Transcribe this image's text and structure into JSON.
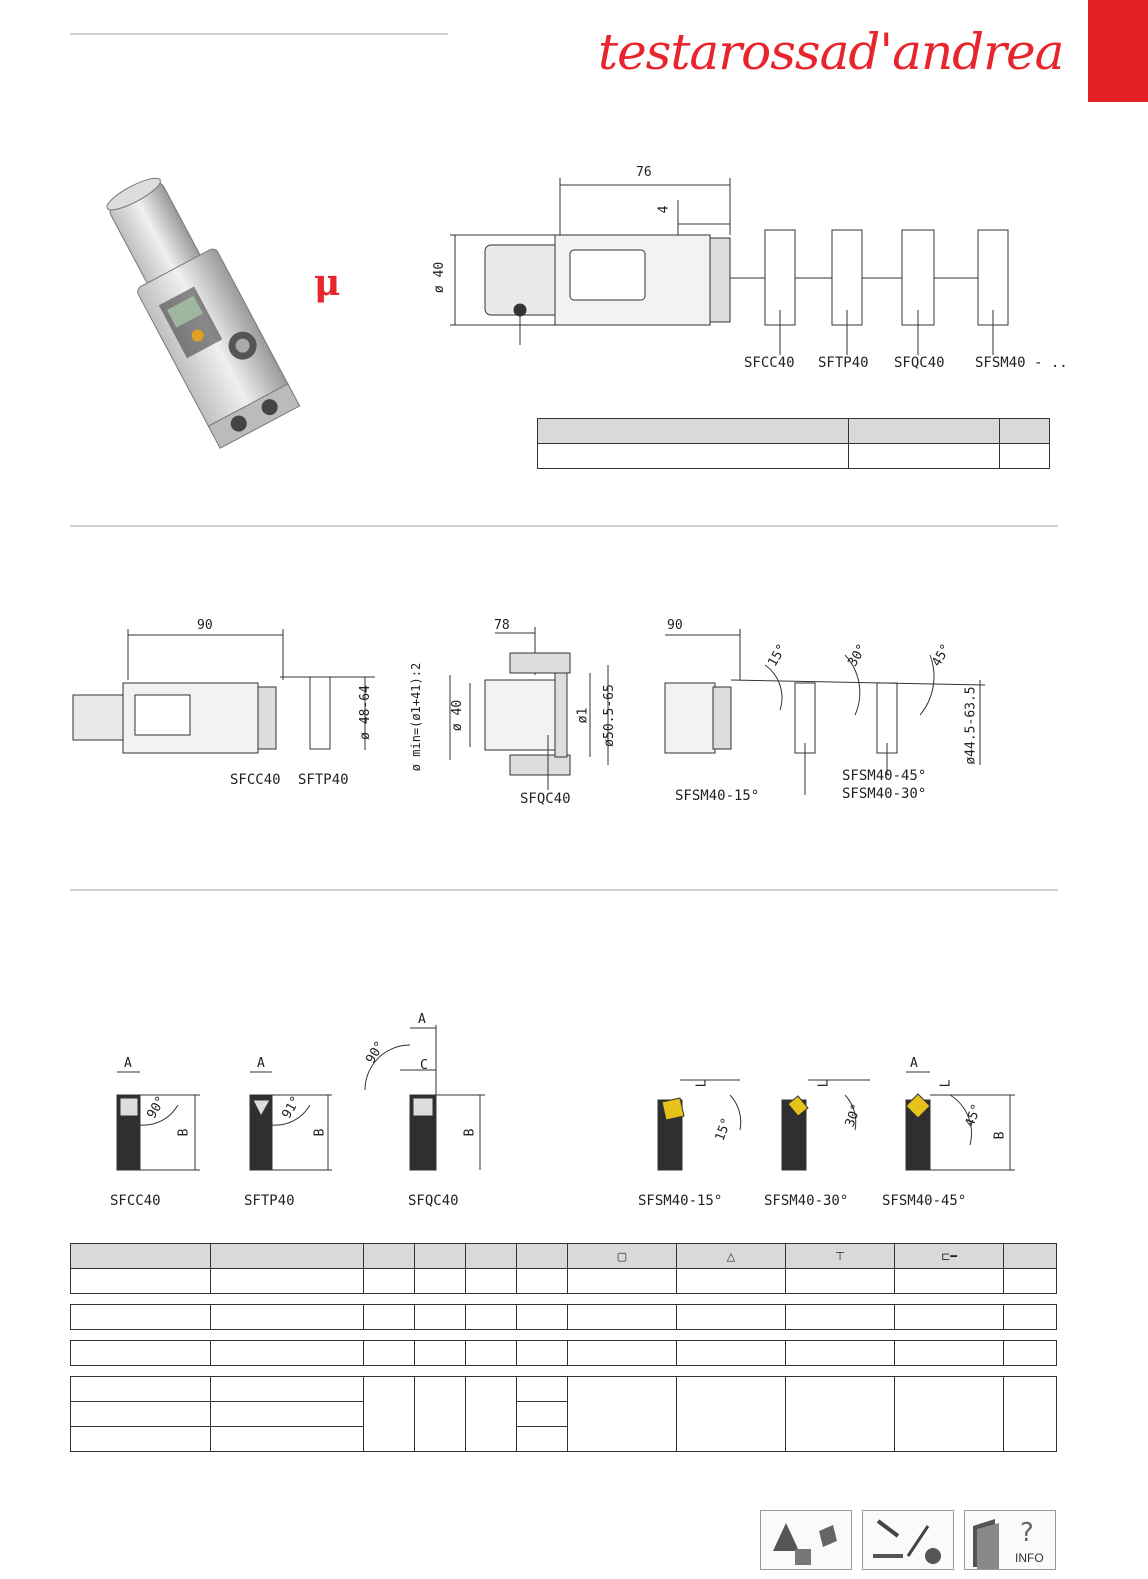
{
  "brand": {
    "logo_text": "testarossad'andrea",
    "accent_color": "#e42024",
    "symbol": "μ"
  },
  "top_drawing": {
    "dim_length": "76",
    "dim_offset": "4",
    "dim_diameter": "ø 40",
    "tool_labels": [
      "SFCC40",
      "SFTP40",
      "SFQC40",
      "SFSM40 - .."
    ]
  },
  "middle_drawings": {
    "left": {
      "dim_length": "90",
      "dim_range": "ø 48-64",
      "labels": [
        "SFCC40",
        "SFTP40"
      ]
    },
    "center": {
      "dim_length": "78",
      "dim_min": "ø min=(ø1+41):2",
      "dim_diameter": "ø 40",
      "dim_d1": "ø1",
      "dim_range": "ø50.5-65",
      "label": "SFQC40"
    },
    "right": {
      "dim_length": "90",
      "angles": [
        "15°",
        "30°",
        "45°"
      ],
      "dim_range": "ø44.5-63.5",
      "labels": [
        "SFSM40-45°",
        "SFSM40-30°",
        "SFSM40-15°"
      ]
    }
  },
  "bottom_drawings": {
    "tools": [
      {
        "name": "SFCC40",
        "a": "A",
        "angle": "90°",
        "b": "B"
      },
      {
        "name": "SFTP40",
        "a": "A",
        "angle": "91°",
        "b": "B"
      },
      {
        "name": "SFQC40",
        "a": "A",
        "angle": "90°",
        "c": "C",
        "b": "B"
      },
      {
        "name": "SFSM40-15°",
        "l": "L",
        "angle": "15°"
      },
      {
        "name": "SFSM40-30°",
        "l": "L",
        "angle": "30°"
      },
      {
        "name": "SFSM40-45°",
        "a": "A",
        "l": "L",
        "angle": "45°",
        "b": "B"
      }
    ]
  },
  "icons": [
    "insert-square-icon",
    "insert-triangle-icon",
    "screw-icon",
    "key-icon",
    "inserts-box-icon",
    "tools-box-icon",
    "info-box-icon"
  ],
  "info_label": "INFO"
}
